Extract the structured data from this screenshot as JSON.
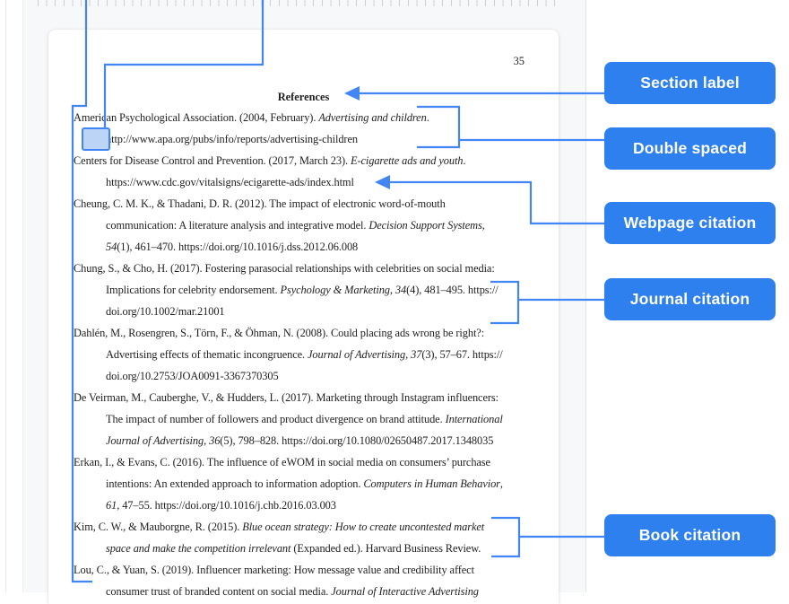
{
  "page": {
    "number": "35",
    "heading": "References"
  },
  "references": [
    {
      "lines": [
        [
          {
            "t": "American Psychological Association. (2004, February). "
          },
          {
            "t": "Advertising and children",
            "i": true
          },
          {
            "t": "."
          }
        ],
        [
          {
            "t": "http://www.apa.org/pubs/info/reports/advertising-children"
          }
        ]
      ]
    },
    {
      "lines": [
        [
          {
            "t": "Centers for Disease Control and Prevention. (2017, March 23). "
          },
          {
            "t": "E-cigarette ads and youth",
            "i": true
          },
          {
            "t": "."
          }
        ],
        [
          {
            "t": "https://www.cdc.gov/vitalsigns/ecigarette-ads/index.html"
          }
        ]
      ]
    },
    {
      "lines": [
        [
          {
            "t": "Cheung, C. M. K., & Thadani, D. R. (2012). The impact of electronic word-of-mouth"
          }
        ],
        [
          {
            "t": "communication: A literature analysis and integrative model. "
          },
          {
            "t": "Decision Support Systems",
            "i": true
          },
          {
            "t": ","
          }
        ],
        [
          {
            "t": "54",
            "i": true
          },
          {
            "t": "(1), 461–470. https://doi.org/10.1016/j.dss.2012.06.008"
          }
        ]
      ]
    },
    {
      "lines": [
        [
          {
            "t": "Chung, S., & Cho, H. (2017). Fostering parasocial relationships with celebrities on social media:"
          }
        ],
        [
          {
            "t": "Implications for celebrity endorsement. "
          },
          {
            "t": "Psychology & Marketing",
            "i": true
          },
          {
            "t": ", "
          },
          {
            "t": "34",
            "i": true
          },
          {
            "t": "(4), 481–495. https://"
          }
        ],
        [
          {
            "t": "doi.org/10.1002/mar.21001"
          }
        ]
      ]
    },
    {
      "lines": [
        [
          {
            "t": "Dahlén, M., Rosengren, S., Törn, F., & Öhman, N. (2008). Could placing ads wrong be right?:"
          }
        ],
        [
          {
            "t": "Advertising effects of thematic incongruence. "
          },
          {
            "t": "Journal of Advertising",
            "i": true
          },
          {
            "t": ", "
          },
          {
            "t": "37",
            "i": true
          },
          {
            "t": "(3), 57–67. https://"
          }
        ],
        [
          {
            "t": "doi.org/10.2753/JOA0091-3367370305"
          }
        ]
      ]
    },
    {
      "lines": [
        [
          {
            "t": "De Veirman, M., Cauberghe, V., & Hudders, L. (2017). Marketing through Instagram influencers:"
          }
        ],
        [
          {
            "t": "The impact of number of followers and product divergence on brand attitude. "
          },
          {
            "t": "International",
            "i": true
          }
        ],
        [
          {
            "t": "Journal of Advertising",
            "i": true
          },
          {
            "t": ", "
          },
          {
            "t": "36",
            "i": true
          },
          {
            "t": "(5), 798–828. https://doi.org/10.1080/02650487.2017.1348035"
          }
        ]
      ]
    },
    {
      "lines": [
        [
          {
            "t": "Erkan, I., & Evans, C. (2016). The influence of eWOM in social media on consumers’ purchase"
          }
        ],
        [
          {
            "t": "intentions: An extended approach to information adoption. "
          },
          {
            "t": "Computers in Human Behavior",
            "i": true
          },
          {
            "t": ","
          }
        ],
        [
          {
            "t": "61",
            "i": true
          },
          {
            "t": ", 47–55. https://doi.org/10.1016/j.chb.2016.03.003"
          }
        ]
      ]
    },
    {
      "lines": [
        [
          {
            "t": "Kim, C. W., & Mauborgne, R. (2015). "
          },
          {
            "t": "Blue ocean strategy: How to create uncontested market",
            "i": true
          }
        ],
        [
          {
            "t": "space and make the competition irrelevant",
            "i": true
          },
          {
            "t": " (Expanded ed.). Harvard Business Review."
          }
        ]
      ]
    },
    {
      "lines": [
        [
          {
            "t": "Lou, C., & Yuan, S. (2019). Influencer marketing: How message value and credibility affect"
          }
        ],
        [
          {
            "t": "consumer trust of branded content on social media. "
          },
          {
            "t": "Journal of Interactive Advertising",
            "i": true
          }
        ]
      ]
    }
  ],
  "annotations": {
    "section_label": "Section label",
    "double_spaced": "Double spaced",
    "webpage_citation": "Webpage citation",
    "journal_citation": "Journal citation",
    "book_citation": "Book citation"
  },
  "colors": {
    "connector": "#4285f4",
    "label_bg": "#2e80ee",
    "label_text": "#ffffff",
    "indent_box_fill": "#bcd4f6"
  }
}
